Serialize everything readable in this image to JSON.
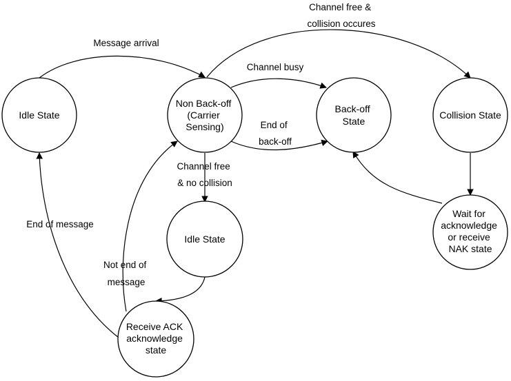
{
  "states": {
    "idle_left": [
      "Idle State"
    ],
    "non_backoff": [
      "Non Back-off",
      "(Carrier",
      "Sensing)"
    ],
    "backoff": [
      "Back-off",
      "State"
    ],
    "collision": [
      "Collision State"
    ],
    "idle_mid": [
      "Idle State"
    ],
    "wait": [
      "Wait for",
      "acknowledge",
      "or receive",
      "NAK state"
    ],
    "receive_ack": [
      "Receive ACK",
      "acknowledge",
      "state"
    ]
  },
  "transitions": {
    "message_arrival": [
      "Message arrival"
    ],
    "channel_free_collision": [
      "Channel free &",
      "collision occures"
    ],
    "channel_busy": [
      "Channel busy"
    ],
    "end_of_backoff": [
      "End of",
      "back-off"
    ],
    "channel_free_no_collision": [
      "Channel free",
      "& no collision"
    ],
    "end_of_message": [
      "End of message"
    ],
    "not_end_of_message": [
      "Not end of",
      "message"
    ]
  }
}
